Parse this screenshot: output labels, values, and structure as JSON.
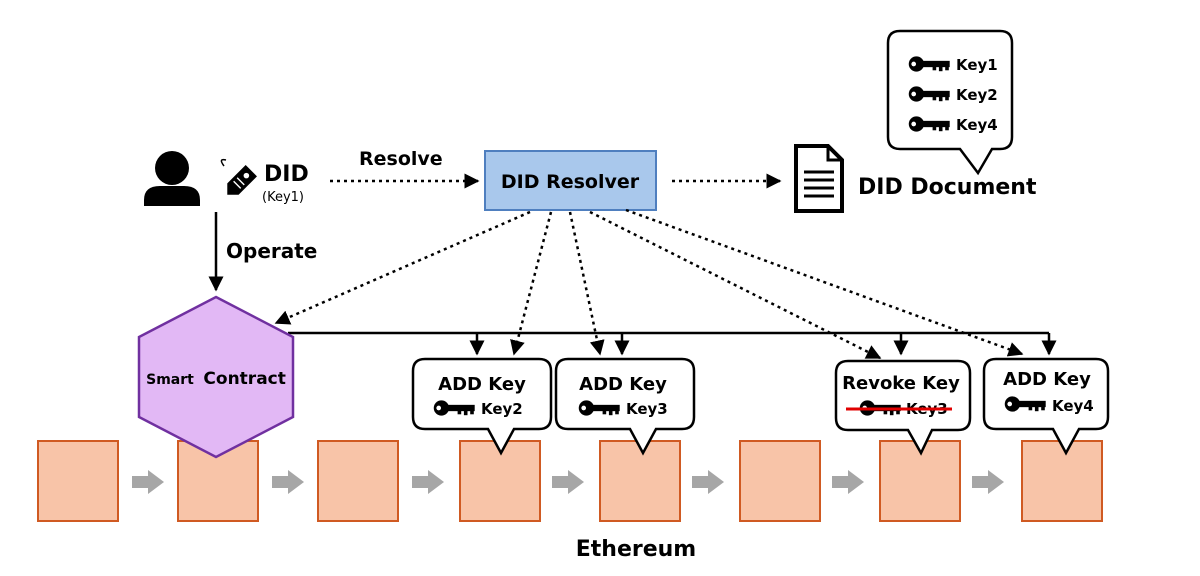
{
  "user": {
    "did_label": "DID",
    "did_key": "(Key1)",
    "operate_label": "Operate"
  },
  "resolve_label": "Resolve",
  "resolver": {
    "label": "DID Resolver"
  },
  "document": {
    "label": "DID Document",
    "keys": [
      "Key1",
      "Key2",
      "Key4"
    ]
  },
  "contract": {
    "label_small": "Smart",
    "label_big": "Contract"
  },
  "ops": [
    {
      "title": "ADD Key",
      "key": "Key2",
      "revoked": false
    },
    {
      "title": "ADD Key",
      "key": "Key3",
      "revoked": false
    },
    {
      "title": "Revoke Key",
      "key": "Key3",
      "revoked": true
    },
    {
      "title": "ADD Key",
      "key": "Key4",
      "revoked": false
    }
  ],
  "chain": {
    "label": "Ethereum",
    "block_count": 8
  },
  "colors": {
    "resolver_fill": "#a9c8ec",
    "resolver_stroke": "#4f7fbf",
    "contract_fill": "#e2b8f5",
    "contract_stroke": "#7030a0",
    "block_fill": "#f8c4a8",
    "block_stroke": "#d05a22",
    "chain_arrow": "#a6a6a6",
    "revoke_line": "#e00000"
  }
}
